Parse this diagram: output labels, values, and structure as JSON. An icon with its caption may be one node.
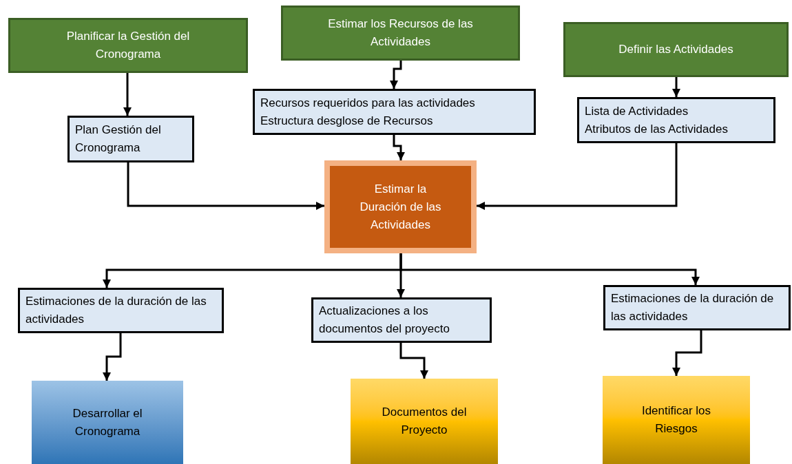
{
  "diagram": {
    "nodes": [
      {
        "text": [
          "Planificar la Gestión del Cronograma"
        ]
      },
      {
        "text": [
          "Estimar los Recursos de las Actividades"
        ]
      },
      {
        "text": [
          "Definir las Actividades"
        ]
      },
      {
        "text": [
          "Plan Gestión del Cronograma"
        ]
      },
      {
        "text": [
          "Recursos requeridos para las actividades",
          "Estructura desglose de Recursos"
        ]
      },
      {
        "text": [
          "Lista de Actividades",
          "Atributos de las Actividades"
        ]
      },
      {
        "text": [
          "Estimar la Duración de las Actividades"
        ]
      },
      {
        "text": [
          "Estimaciones de la duración de las actividades"
        ]
      },
      {
        "text": [
          "Actualizaciones a los documentos del proyecto"
        ]
      },
      {
        "text": [
          "Estimaciones de la duración de las actividades"
        ]
      },
      {
        "text": [
          "Desarrollar el Cronograma"
        ]
      },
      {
        "text": [
          "Documentos del Proyecto"
        ]
      },
      {
        "text": [
          "Identificar los Riesgos"
        ]
      }
    ],
    "edges": [
      {
        "from": 0,
        "to": 3,
        "arrow": "to"
      },
      {
        "from": 1,
        "to": 4,
        "arrow": "to"
      },
      {
        "from": 2,
        "to": 5,
        "arrow": "to"
      },
      {
        "from": 4,
        "to": 6,
        "arrow": "to"
      },
      {
        "from": 3,
        "to": 6,
        "arrow": "to"
      },
      {
        "from": 5,
        "to": 6,
        "arrow": "to"
      },
      {
        "from": 6,
        "to": 7,
        "arrow": "to"
      },
      {
        "from": 6,
        "to": 8,
        "arrow": "to"
      },
      {
        "from": 6,
        "to": 9,
        "arrow": "to"
      },
      {
        "from": 7,
        "to": 10,
        "arrow": "to"
      },
      {
        "from": 8,
        "to": 11,
        "arrow": "to"
      },
      {
        "from": 9,
        "to": 12,
        "arrow": "to"
      }
    ]
  }
}
